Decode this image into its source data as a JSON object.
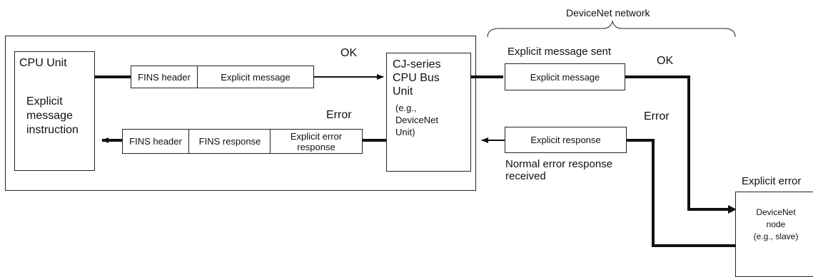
{
  "network_label": "DeviceNet network",
  "cpu_unit": {
    "title": "CPU Unit",
    "instruction": [
      "Explicit",
      "message",
      "instruction"
    ]
  },
  "ok_label_left": "OK",
  "error_label_left": "Error",
  "frame_top": {
    "fins_header": "FINS header",
    "explicit_message": "Explicit message"
  },
  "frame_bottom": {
    "fins_header": "FINS header",
    "fins_response": "FINS response",
    "explicit_error_response": [
      "Explicit error",
      "response"
    ]
  },
  "bus_unit": {
    "title": [
      "CJ-series",
      "CPU Bus",
      "Unit"
    ],
    "example": [
      "(e.g.,",
      "DeviceNet",
      "Unit)"
    ]
  },
  "sent_label": "Explicit message sent",
  "ok_label_right": "OK",
  "net_message": "Explicit message",
  "error_label_right": "Error",
  "net_response": "Explicit response",
  "normal_error": [
    "Normal error response",
    "received"
  ],
  "explicit_error_label": "Explicit error",
  "node": [
    "DeviceNet",
    "node",
    "(e.g., slave)"
  ]
}
